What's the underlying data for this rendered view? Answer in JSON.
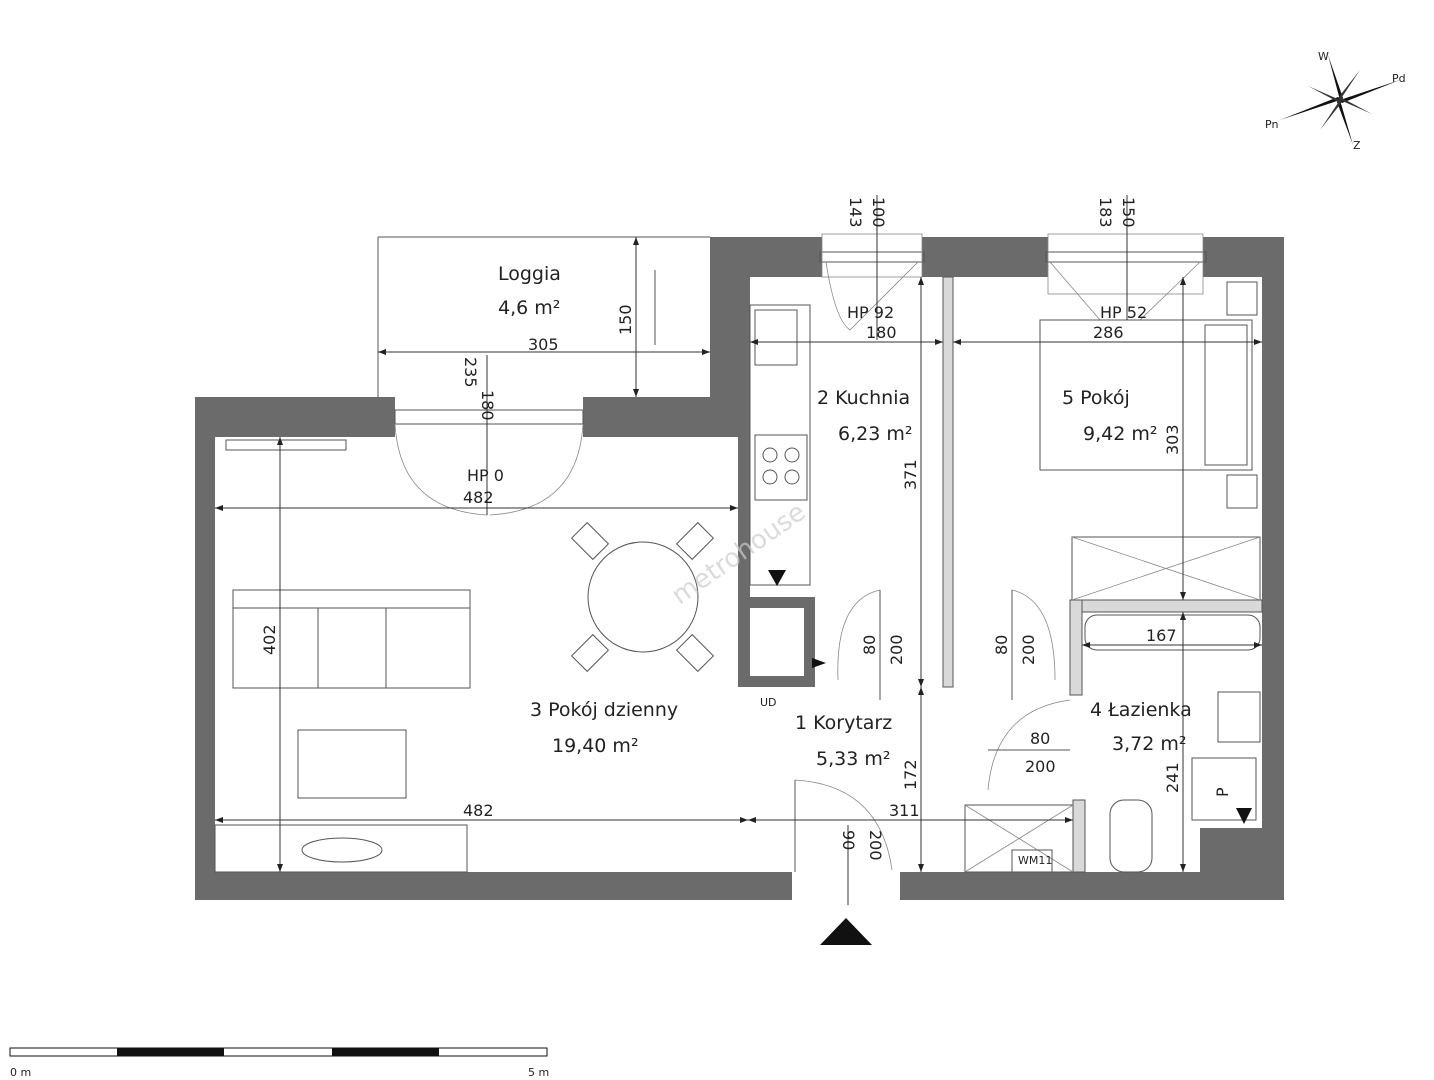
{
  "rooms": {
    "loggia": {
      "name": "Loggia",
      "area": "4,6 m²"
    },
    "kitchen": {
      "name": "2  Kuchnia",
      "area": "6,23 m²"
    },
    "room5": {
      "name": "5  Pokój",
      "area": "9,42 m²"
    },
    "living": {
      "name": "3  Pokój dzienny",
      "area": "19,40 m²"
    },
    "corridor": {
      "name": "1  Korytarz",
      "area": "5,33 m²"
    },
    "bathroom": {
      "name": "4  Łazienka",
      "area": "3,72 m²"
    }
  },
  "dimensions": {
    "loggia_w": "305",
    "loggia_h": "150",
    "living_w_top": "482",
    "living_w_bottom": "482",
    "living_h": "402",
    "kitchen_w": "180",
    "kitchen_h": "371",
    "room5_w": "286",
    "room5_h": "303",
    "corridor_w": "311",
    "corridor_h": "172",
    "bath_w": "167",
    "bath_h": "241"
  },
  "windows": {
    "loggia_door": {
      "w": "180",
      "h": "235",
      "sill": "HP 0"
    },
    "kitchen": {
      "w": "100",
      "h": "143",
      "sill": "HP 92"
    },
    "room5": {
      "w": "150",
      "h": "183",
      "sill": "HP 52"
    }
  },
  "doors": {
    "kitchen": {
      "w": "80",
      "h": "200"
    },
    "room5": {
      "w": "80",
      "h": "200"
    },
    "bathroom": {
      "w": "80",
      "h": "200"
    },
    "entrance": {
      "w": "90",
      "h": "200"
    }
  },
  "labels": {
    "ud": "UD",
    "p": "P",
    "wm": "WM11"
  },
  "watermark": "metrohouse",
  "compass": {
    "n": "W",
    "e": "Pd",
    "s": "Z",
    "w": "Pn"
  },
  "scale": {
    "start": "0 m",
    "end": "5 m"
  },
  "colors": {
    "wall": "#6b6b6b",
    "line": "#555555"
  }
}
